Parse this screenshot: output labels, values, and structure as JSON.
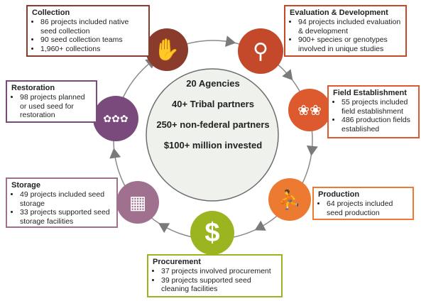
{
  "center_stats": [
    "20 Agencies",
    "40+ Tribal partners",
    "250+ non-federal partners",
    "$100+ million invested"
  ],
  "stages": [
    {
      "id": "collection",
      "title": "Collection",
      "color": "#8a3b2b",
      "bullets": [
        "86 projects included native seed collection",
        "90 seed collection teams",
        "1,960+ collections"
      ]
    },
    {
      "id": "evaluation",
      "title": "Evaluation & Development",
      "color": "#c4482a",
      "bullets": [
        "94 projects included evaluation & development",
        "900+ species or genotypes involved in unique studies"
      ]
    },
    {
      "id": "field",
      "title": "Field Establishment",
      "color": "#dc5a2e",
      "bullets": [
        "55 projects included field establishment",
        "486 production fields established"
      ]
    },
    {
      "id": "production",
      "title": "Production",
      "color": "#ec7a30",
      "bullets": [
        "64 projects included seed production"
      ]
    },
    {
      "id": "procurement",
      "title": "Procurement",
      "color": "#9bb520",
      "icon_symbol": "$",
      "bullets": [
        "37 projects involved procurement",
        "39 projects supported seed cleaning facilities"
      ]
    },
    {
      "id": "storage",
      "title": "Storage",
      "color": "#a0708f",
      "bullets": [
        "49 projects included seed storage",
        "33 projects supported seed storage facilities"
      ]
    },
    {
      "id": "restoration",
      "title": "Restoration",
      "color": "#7a4a7c",
      "bullets": [
        "98 projects planned or used seed for restoration"
      ]
    }
  ],
  "colors": {
    "ring": "#8a8a8a",
    "inner_fill": "#eef1ec",
    "inner_stroke": "#6d6d6d",
    "arrow": "#7a7a7a"
  }
}
